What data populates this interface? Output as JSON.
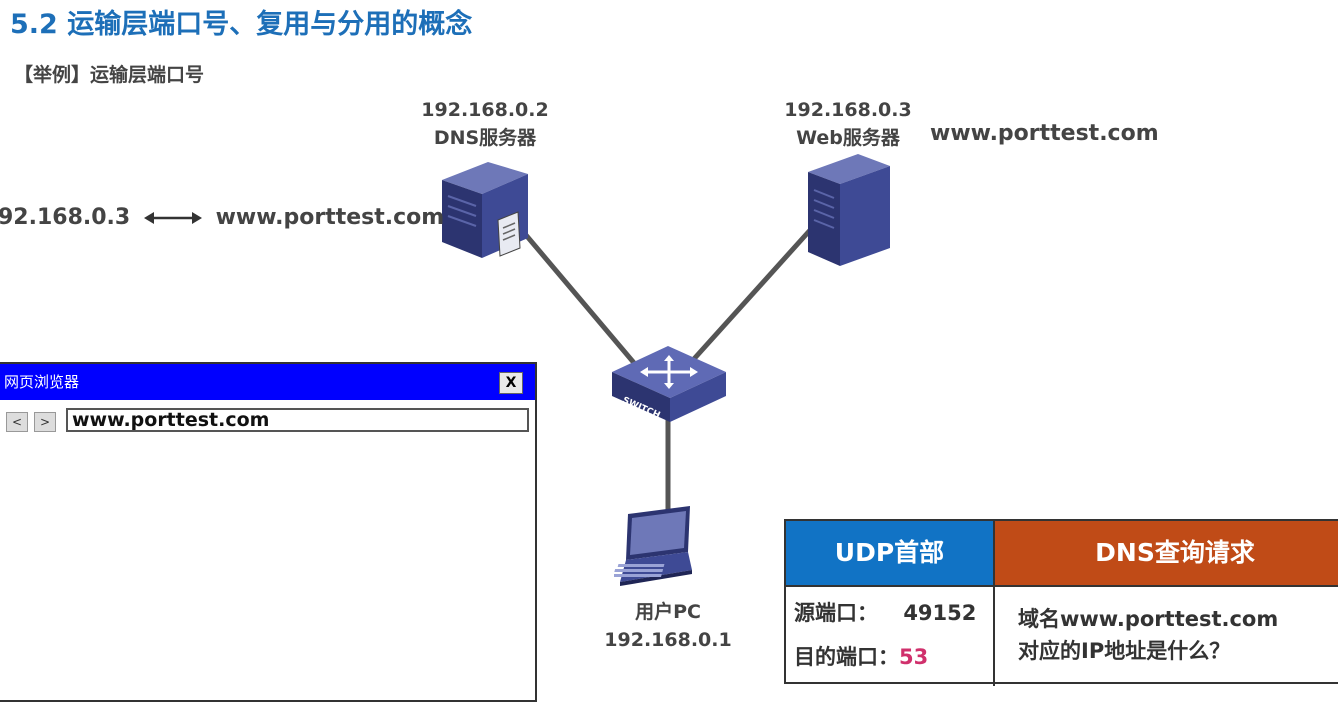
{
  "title": "5.2 运输层端口号、复用与分用的概念",
  "subtitle": "【举例】运输层端口号",
  "dns_server": {
    "ip": "192.168.0.2",
    "name": "DNS服务器"
  },
  "web_server": {
    "ip": "192.168.0.3",
    "name": "Web服务器",
    "domain": "www.porttest.com"
  },
  "mapping": {
    "ip": "92.168.0.3",
    "domain": "www.porttest.com"
  },
  "switch_label": "SWITCH",
  "user_pc": {
    "name": "用户PC",
    "ip": "192.168.0.1"
  },
  "browser": {
    "title": "网页浏览器",
    "close": "X",
    "back": "<",
    "forward": ">",
    "url": "www.porttest.com"
  },
  "udp_table": {
    "udp_header": "UDP首部",
    "dns_header": "DNS查询请求",
    "src_port_label": "源端口：",
    "src_port": "49152",
    "dst_port_label": "目的端口：",
    "dst_port": "53",
    "query_line1": "域名www.porttest.com",
    "query_line2": "对应的IP地址是什么？"
  },
  "colors": {
    "title": "#1d6fb8",
    "udp": "#1173c5",
    "dns": "#c04b17",
    "browser_bar": "#0000ff",
    "port": "#d0306c"
  }
}
